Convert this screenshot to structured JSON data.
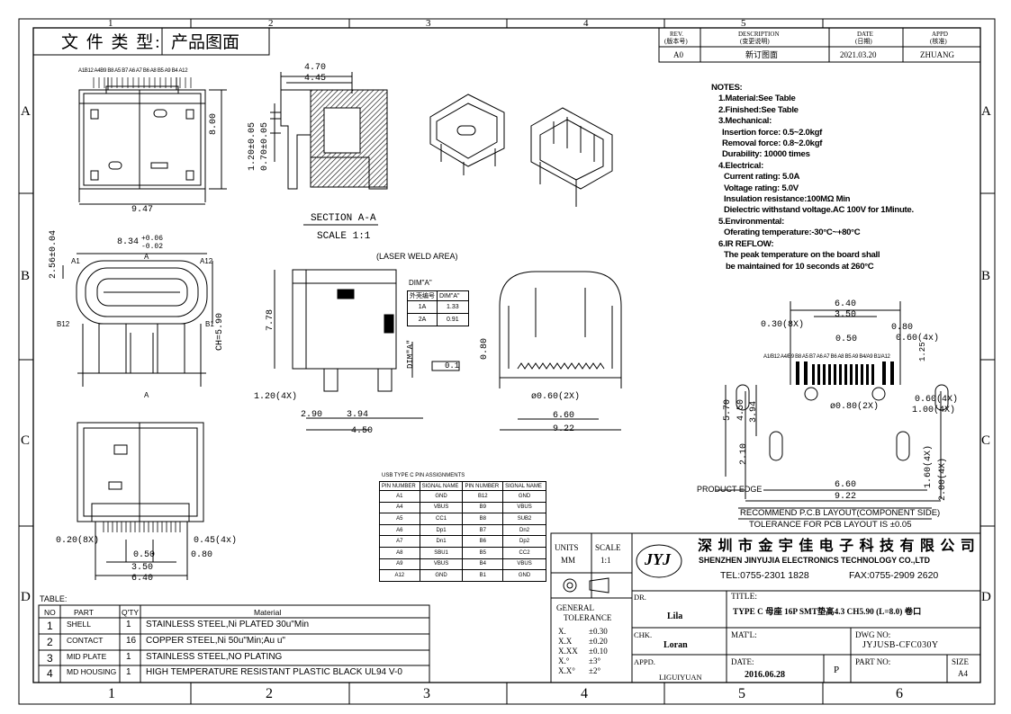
{
  "border": {
    "cols_top": [
      "1",
      "2",
      "3",
      "4",
      "5"
    ],
    "cols_bottom": [
      "1",
      "2",
      "3",
      "4",
      "5",
      "6"
    ],
    "rows": [
      "A",
      "B",
      "C",
      "D"
    ]
  },
  "doc_type": {
    "label": "文 件 类 型:",
    "value": "产品图面"
  },
  "revision": {
    "headers": [
      "REV.",
      "DESCRIPTION",
      "DATE",
      "APPD"
    ],
    "headers_cn": [
      "(版本号)",
      "(变更说明)",
      "(日期)",
      "(核准)"
    ],
    "row": [
      "A0",
      "新订图面",
      "2021.03.20",
      "ZHUANG"
    ]
  },
  "notes": {
    "title": "NOTES:",
    "lines": [
      "1.Material:See Table",
      "2.Finished:See Table",
      "3.Mechanical:",
      "Insertion force: 0.5~2.0kgf",
      "Removal force: 0.8~2.0kgf",
      "Durability: 10000 times",
      "4.Electrical:",
      "Current rating: 5.0A",
      "Voltage rating: 5.0V",
      "Insulation resistance:100MΩ Min",
      "Dielectric withstand voltage.AC 100V for 1Minute.",
      "5.Environmental:",
      "Oferating temperature:-30°C~+80°C",
      "6.IR REFLOW:",
      "The peak temperature on the board shall",
      "be maintained for 10 seconds at 260°C"
    ]
  },
  "views": {
    "top": {
      "pins": "A1B12 A4B9 B8 A5 B7 A6 A7 B6 A8 B5 A9 B4 A12",
      "width": "9.47",
      "height": "8.00"
    },
    "section": {
      "d1": "4.70",
      "d2": "4.45",
      "d3": "1.20±0.05",
      "d4": "0.70±0.05",
      "title": "SECTION A-A",
      "scale": "SCALE 1:1"
    },
    "front": {
      "width": "8.34",
      "tol_up": "+0.06",
      "tol_dn": "-0.02",
      "dim": "2.56±0.04",
      "ch": "CH=5.90",
      "a1": "A1",
      "a12": "A12",
      "b12": "B12",
      "b1": "B1",
      "a": "A"
    },
    "side": {
      "laser": "(LASER WELD AREA)",
      "h": "7.78",
      "dimA": "DIM\"A\"",
      "flat": "0.1",
      "d120": "1.20(4X)",
      "d290": "2.90",
      "d394": "3.94",
      "d450": "4.50"
    },
    "rear": {
      "h": "0.80",
      "hole": "ø0.60(2X)",
      "w660": "6.60",
      "w922": "9.22"
    },
    "bottom": {
      "d020": "0.20(8X)",
      "d045": "0.45(4x)",
      "d050": "0.50",
      "d080": "0.80",
      "d350": "3.50",
      "d640": "6.40"
    }
  },
  "dim_table": {
    "title": "DIM\"A\"",
    "headers": [
      "外壳编号",
      "DIM\"A\""
    ],
    "rows": [
      [
        "1A",
        "1.33"
      ],
      [
        "2A",
        "0.91"
      ]
    ]
  },
  "pin_table": {
    "title": "USB TYPE C PIN ASSIGNMENTS",
    "headers": [
      "PIN NUMBER",
      "SIGNAL NAME",
      "PIN NUMBER",
      "SIGNAL NAME"
    ],
    "rows": [
      [
        "A1",
        "GND",
        "B12",
        "GND"
      ],
      [
        "A4",
        "VBUS",
        "B9",
        "VBUS"
      ],
      [
        "A5",
        "CC1",
        "B8",
        "SUB2"
      ],
      [
        "A6",
        "Dp1",
        "B7",
        "Dn2"
      ],
      [
        "A7",
        "Dn1",
        "B6",
        "Dp2"
      ],
      [
        "A8",
        "SBU1",
        "B5",
        "CC2"
      ],
      [
        "A9",
        "VBUS",
        "B4",
        "VBUS"
      ],
      [
        "A12",
        "GND",
        "B1",
        "GND"
      ]
    ]
  },
  "pcb": {
    "d640": "6.40",
    "d350": "3.50",
    "d030": "0.30(8X)",
    "d050": "0.50",
    "d080": "0.80",
    "d060": "0.60(4x)",
    "pins": "A1/B12 A4/B9 B8 A5 B7 A6 A7 B6 A8 B5 A9 B4/A9 B1/A12",
    "d125": "1.25",
    "d570": "5.70",
    "d450": "4.50",
    "d394": "3.94",
    "hole": "ø0.80(2X)",
    "d060b": "0.60(4X)",
    "d100": "1.00(4X)",
    "d210": "2.10",
    "d660": "6.60",
    "d922": "9.22",
    "d160": "1.60(4X)",
    "d200": "2.00(4X)",
    "edge": "PRODUCT EDGE",
    "layout": "RECOMMEND P.C.B LAYOUT(COMPONENT SIDE)",
    "tol": "TOLERANCE FOR PCB LAYOUT IS ±0.05"
  },
  "material_table": {
    "title": "TABLE:",
    "headers": [
      "NO",
      "PART",
      "Q'TY",
      "Material"
    ],
    "rows": [
      [
        "1",
        "SHELL",
        "1",
        "STAINLESS STEEL,Ni PLATED 30u\"Min"
      ],
      [
        "2",
        "CONTACT",
        "16",
        "COPPER STEEL,Ni 50u\"Min;Au u\""
      ],
      [
        "3",
        "MID PLATE",
        "1",
        "STAINLESS STEEL,NO PLATING"
      ],
      [
        "4",
        "MD HOUSING",
        "1",
        "HIGH TEMPERATURE RESISTANT PLASTIC BLACK UL94 V-0"
      ]
    ]
  },
  "title_block": {
    "units": "UNITS",
    "units_val": "MM",
    "scale": "SCALE",
    "scale_val": "1:1",
    "company_cn": "深 圳 市 金 宇 佳 电 子 科 技 有 限 公 司",
    "company_en": "SHENZHEN JINYUJIA ELECTRONICS TECHNOLOGY CO.,LTD",
    "tel": "TEL:0755-2301 1828",
    "fax": "FAX:0755-2909 2620",
    "gen_tol": "GENERAL",
    "gen_tol2": "TOLERANCE",
    "tol_rows": [
      [
        "X.",
        "±0.30"
      ],
      [
        "X.X",
        "±0.20"
      ],
      [
        "X.XX",
        "±0.10"
      ],
      [
        "X.°",
        "±3°"
      ],
      [
        "X.X°",
        "±2°"
      ]
    ],
    "dr_label": "DR.",
    "dr": "Lila",
    "chk_label": "CHK.",
    "chk": "Loran",
    "appd_label": "APPD.",
    "appd": "LIGUIYUAN",
    "title_label": "TITLE:",
    "title": "TYPE C 母座 16P SMT垫高4.3 CH5.90 (L=8.0) 卷口",
    "mat_label": "MAT'L:",
    "dwg_label": "DWG NO:",
    "dwg": "JYJUSB-CFC030Y",
    "date_label": "DATE:",
    "date": "2016.06.28",
    "p": "P",
    "part_label": "PART NO:",
    "size_label": "SIZE",
    "size": "A4"
  }
}
